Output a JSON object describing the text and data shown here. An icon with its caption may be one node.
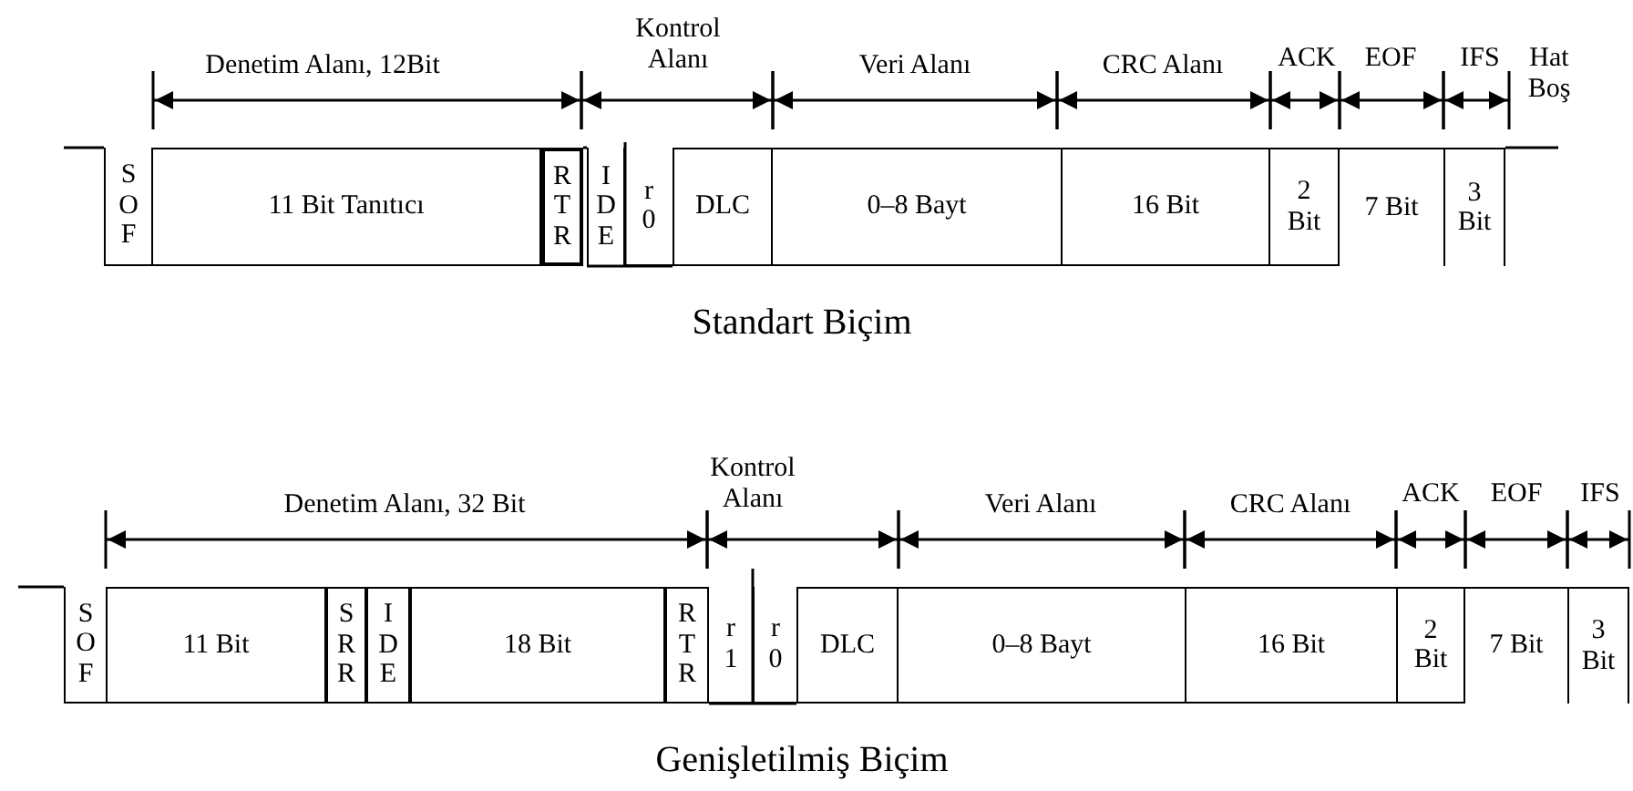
{
  "diagram": {
    "nodes": [
      {
        "text": [
          "SOF"
        ]
      },
      {
        "text": [
          "11 Bit Tanıtıcı"
        ]
      },
      {
        "text": [
          "RTR"
        ]
      },
      {
        "text": [
          "IDE"
        ]
      },
      {
        "text": [
          "r0"
        ]
      },
      {
        "text": [
          "DLC"
        ]
      },
      {
        "text": [
          "0–8 Bayt"
        ]
      },
      {
        "text": [
          "16 Bit"
        ]
      },
      {
        "text": [
          "2 Bit"
        ]
      },
      {
        "text": [
          "7 Bit"
        ]
      },
      {
        "text": [
          "3 Bit"
        ]
      },
      {
        "text": [
          "SOF"
        ]
      },
      {
        "text": [
          "11 Bit"
        ]
      },
      {
        "text": [
          "SRR"
        ]
      },
      {
        "text": [
          "IDE"
        ]
      },
      {
        "text": [
          "18 Bit"
        ]
      },
      {
        "text": [
          "RTR"
        ]
      },
      {
        "text": [
          "r1"
        ]
      },
      {
        "text": [
          "r0"
        ]
      },
      {
        "text": [
          "DLC"
        ]
      },
      {
        "text": [
          "0–8 Bayt"
        ]
      },
      {
        "text": [
          "16 Bit"
        ]
      },
      {
        "text": [
          "2 Bit"
        ]
      },
      {
        "text": [
          "7 Bit"
        ]
      },
      {
        "text": [
          "3 Bit"
        ]
      }
    ],
    "labels": [
      "Denetim Alanı, 12Bit",
      "Kontrol Alanı",
      "Veri Alanı",
      "CRC Alanı",
      "ACK",
      "EOF",
      "IFS",
      "Hat Boş",
      "Standart Biçim",
      "Denetim Alanı, 32 Bit",
      "Kontrol Alanı",
      "Veri Alanı",
      "CRC Alanı",
      "ACK",
      "EOF",
      "IFS",
      "Genişletilmiş Biçim"
    ]
  }
}
